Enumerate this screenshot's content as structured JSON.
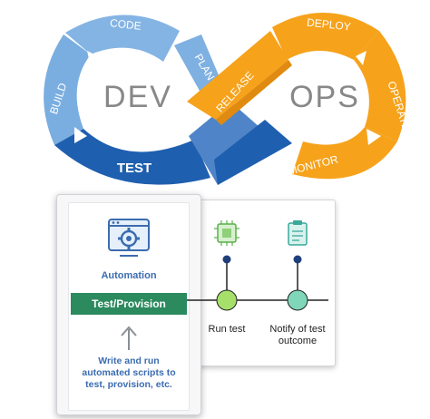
{
  "loop": {
    "dev_label": "DEV",
    "ops_label": "OPS",
    "stages": {
      "code": "CODE",
      "build": "BUILD",
      "test": "TEST",
      "plan": "PLAN",
      "release": "RELEASE",
      "deploy": "DEPLOY",
      "operate": "OPERATE",
      "monitor": "MONITOR"
    },
    "colors": {
      "dev_light": "#84b4e4",
      "dev_mid": "#5c94d2",
      "dev_dark": "#1f5fb0",
      "ops_orange": "#f6a21b",
      "ops_dark": "#e89010",
      "center_text": "#888888"
    }
  },
  "card": {
    "automation_label": "Automation",
    "test_provision": "Test/Provision",
    "description": "Write and run automated scripts to test, provision, etc."
  },
  "timeline": {
    "steps": [
      {
        "label": "Run test",
        "icon": "chip-icon"
      },
      {
        "label": "Notify of test outcome",
        "icon": "clipboard-icon"
      }
    ]
  }
}
